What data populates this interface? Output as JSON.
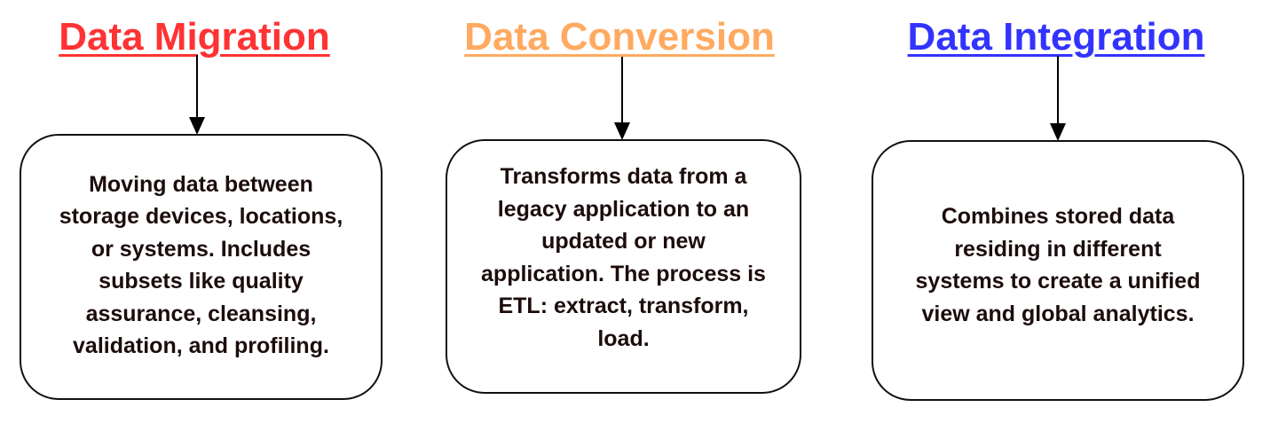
{
  "diagram": {
    "columns": [
      {
        "title": "Data Migration",
        "title_color": "#ff3333",
        "description_lines": [
          "Moving data between",
          "storage devices, locations,",
          "or systems. Includes",
          "subsets like quality",
          "assurance, cleansing,",
          "validation, and profiling."
        ]
      },
      {
        "title": "Data Conversion",
        "title_color": "#ffaa60",
        "description_lines": [
          "Transforms data from a",
          "legacy application to an",
          "updated or new",
          "application. The process is",
          "ETL: extract, transform,",
          "load."
        ]
      },
      {
        "title": "Data Integration",
        "title_color": "#3333ff",
        "description_lines": [
          "Combines stored data",
          "residing in different",
          "systems to create a unified",
          "view and global analytics."
        ]
      }
    ],
    "connector": {
      "type": "arrow-down",
      "color": "#000000"
    }
  }
}
